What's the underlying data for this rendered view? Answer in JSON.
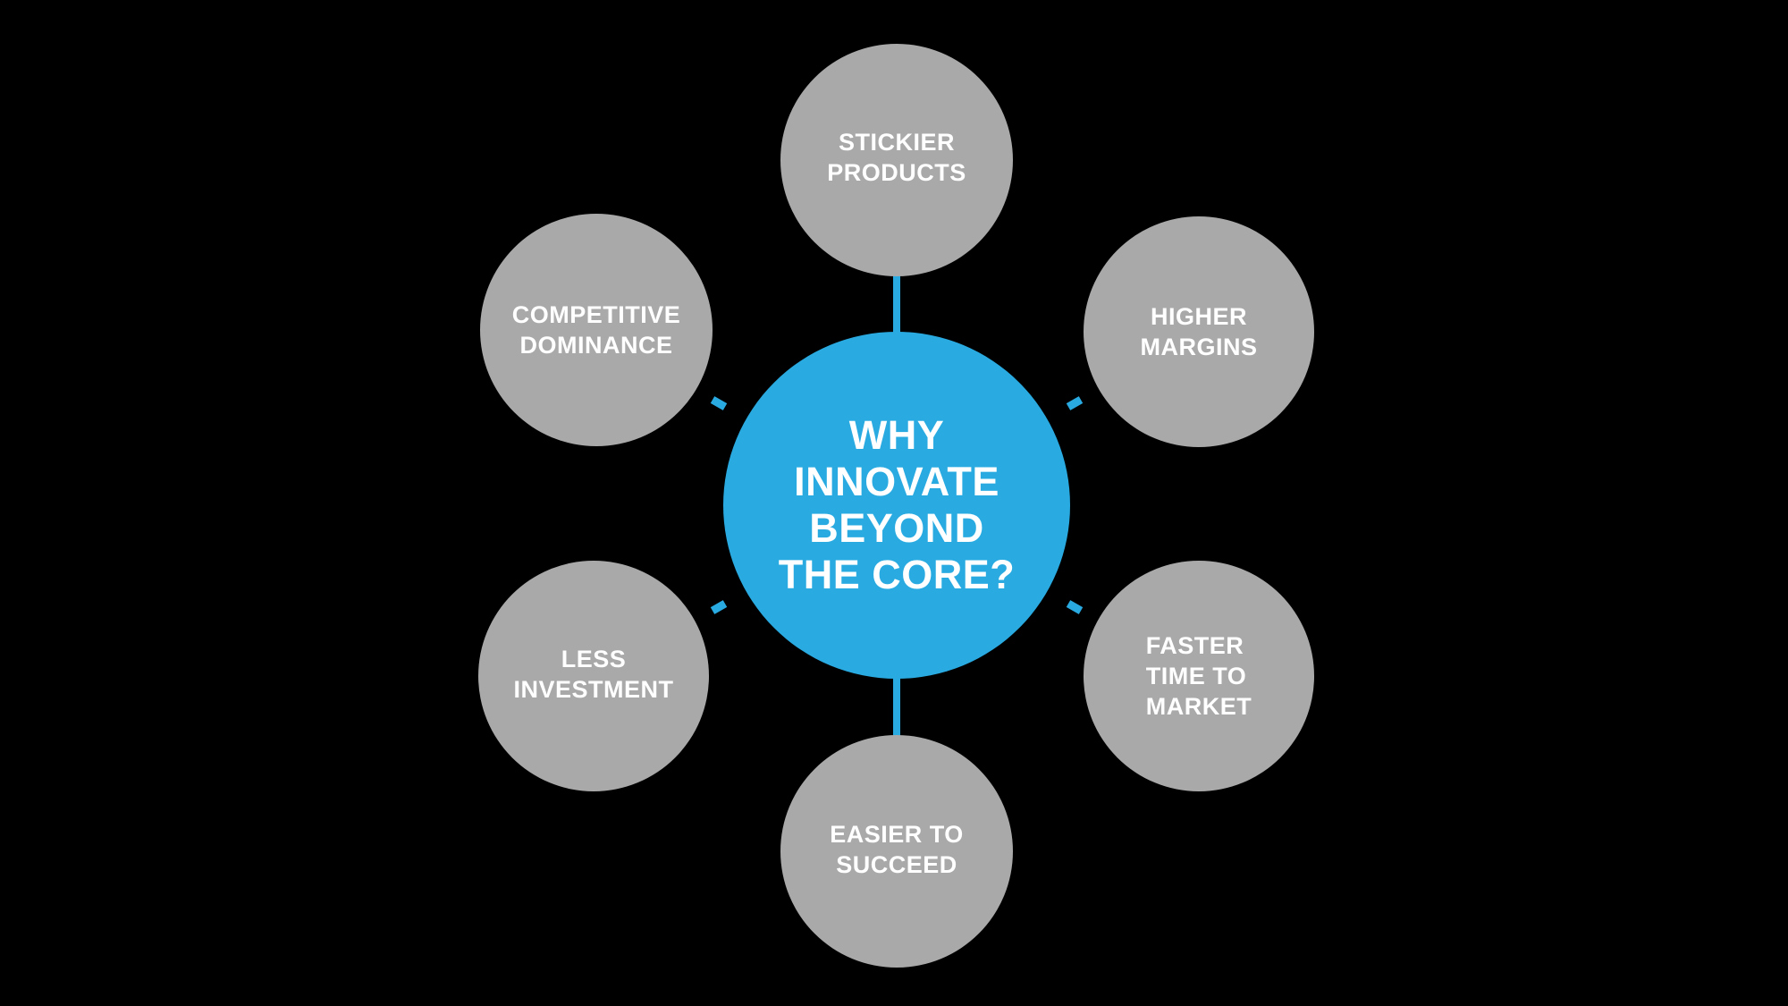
{
  "colors": {
    "background": "#000000",
    "accent": "#29ABE2",
    "satellite": "#A9A9A9",
    "text": "#FFFFFF"
  },
  "diagram": {
    "hub": {
      "lines": [
        "WHY",
        "INNOVATE",
        "BEYOND",
        "THE CORE?"
      ]
    },
    "satellites": [
      {
        "id": "stickier-products",
        "lines": [
          "STICKIER",
          "PRODUCTS"
        ]
      },
      {
        "id": "higher-margins",
        "lines": [
          "HIGHER",
          "MARGINS"
        ]
      },
      {
        "id": "faster-time-to-market",
        "lines": [
          "FASTER",
          "TIME TO",
          "MARKET"
        ]
      },
      {
        "id": "easier-to-succeed",
        "lines": [
          "EASIER TO",
          "SUCCEED"
        ]
      },
      {
        "id": "less-investment",
        "lines": [
          "LESS",
          "INVESTMENT"
        ]
      },
      {
        "id": "competitive-dominance",
        "lines": [
          "COMPETITIVE",
          "DOMINANCE"
        ]
      }
    ]
  }
}
